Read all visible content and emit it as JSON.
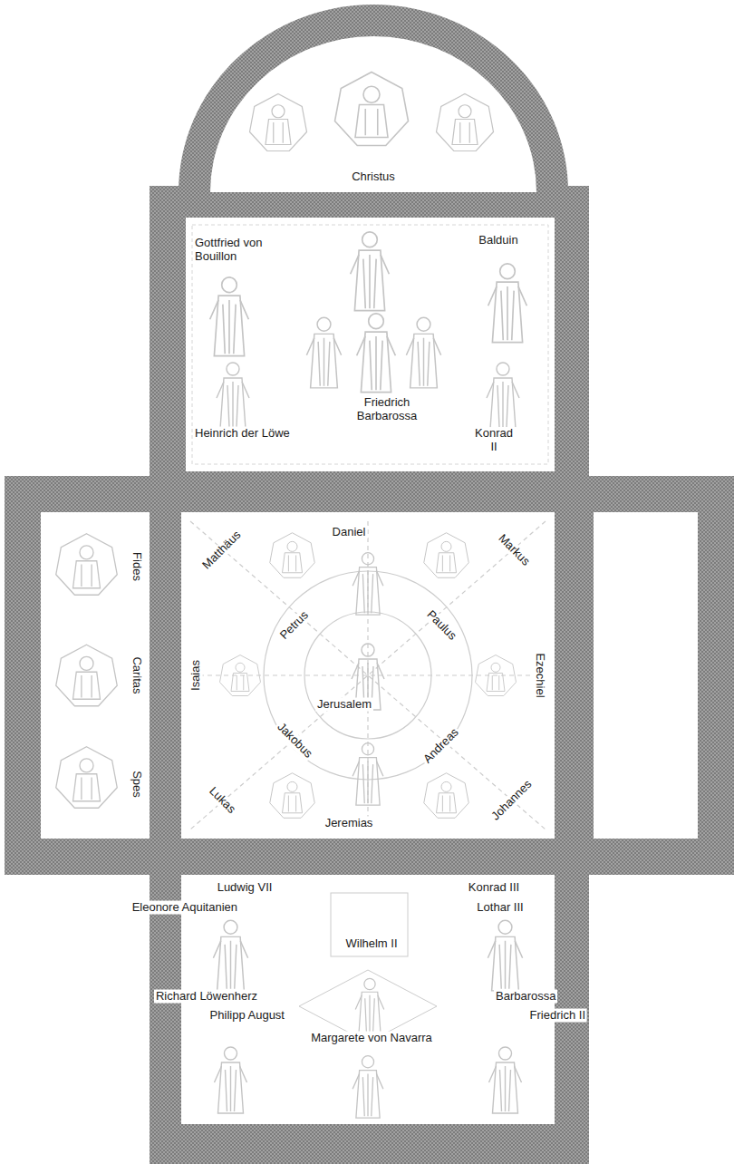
{
  "diagram": {
    "nodes": [
      {
        "text": [
          "Christus"
        ]
      },
      {
        "text": [
          "Gottfried von Bouillon",
          "Balduin",
          "Friedrich Barbarossa",
          "Heinrich der Löwe",
          "Konrad II"
        ]
      },
      {
        "text": [
          "Fides",
          "Caritas",
          "Spes"
        ]
      },
      {
        "text": [
          "Matthäus",
          "Daniel",
          "Markus",
          "Petrus",
          "Paulus",
          "Isaias",
          "Jerusalem",
          "Ezechiel",
          "Jakobus",
          "Andreas",
          "Lukas",
          "Jeremias",
          "Johannes"
        ]
      },
      {
        "text": [
          "Ludwig VII",
          "Eleonore Aquitanien",
          "Konrad III",
          "Lothar III",
          "Wilhelm II",
          "Richard Löwenherz",
          "Philipp August",
          "Barbarossa",
          "Friedrich II",
          "Margarete von Navarra"
        ]
      }
    ]
  }
}
